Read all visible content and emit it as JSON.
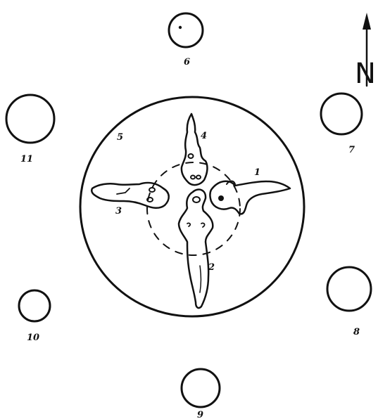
{
  "diagram": {
    "north_marker": "N",
    "labels": {
      "figure_1": "1",
      "figure_2": "2",
      "figure_3": "3",
      "figure_4": "4",
      "circle_5": "5",
      "circle_6": "6",
      "circle_7": "7",
      "circle_8": "8",
      "circle_9": "9",
      "circle_10": "10",
      "circle_11": "11"
    }
  },
  "colors": {
    "ink": "#111111",
    "background": "#ffffff"
  }
}
